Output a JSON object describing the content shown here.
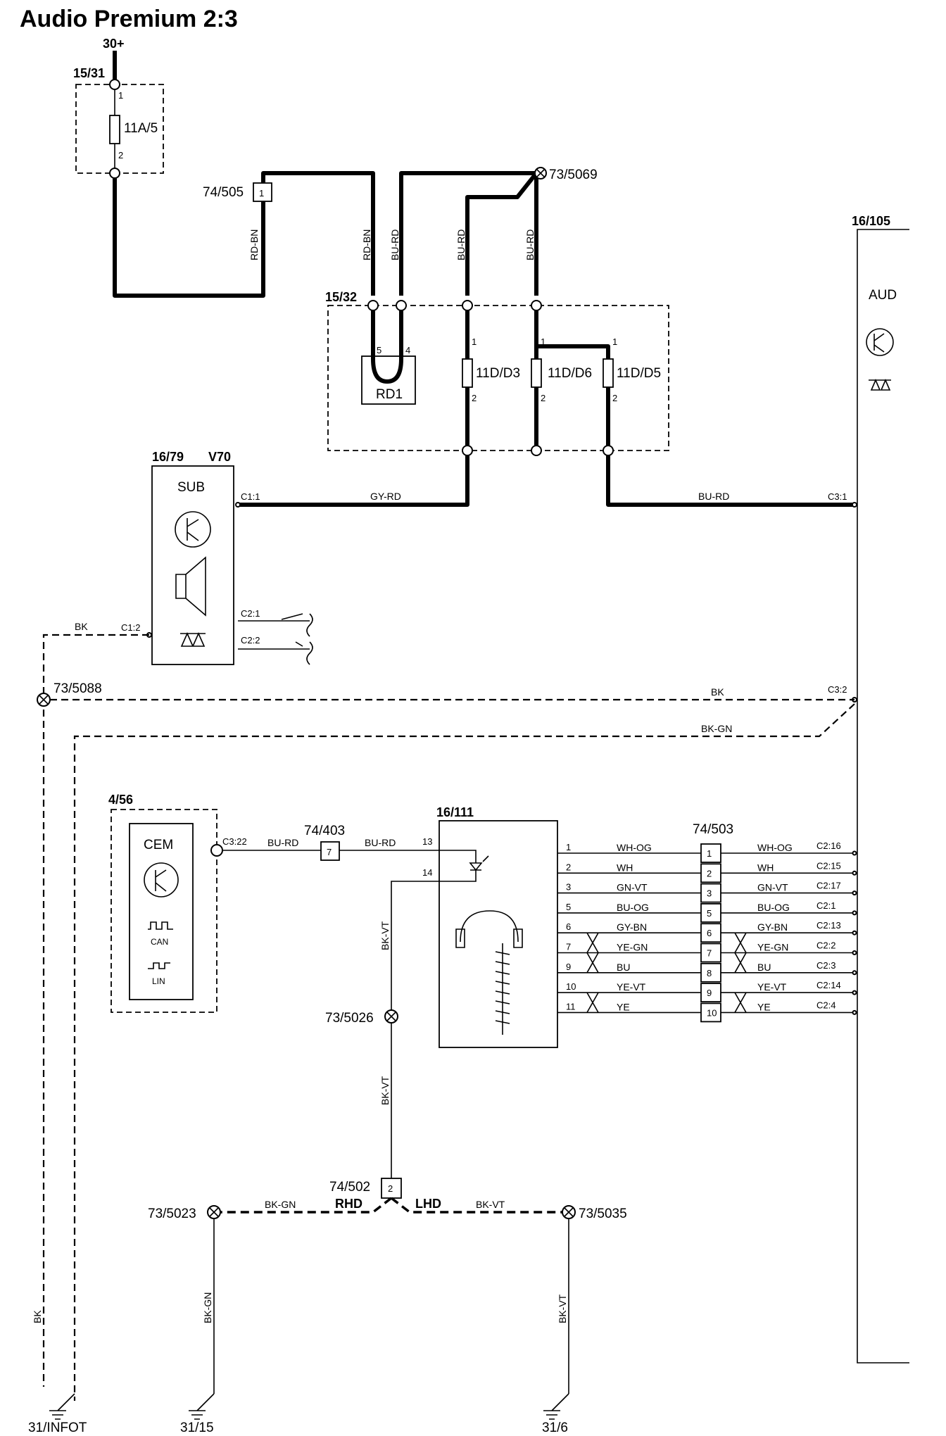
{
  "title": "Audio Premium 2:3",
  "components": {
    "fuse_box_1": "15/31",
    "fuse_1": "11A/5",
    "supply": "30+",
    "relay_box": "15/32",
    "relay": "RD1",
    "fuse_d3": "11D/D3",
    "fuse_d6": "11D/D6",
    "fuse_d5": "11D/D5",
    "sub_unit": "16/79",
    "sub_variant": "V70",
    "sub_label": "SUB",
    "aud_unit": "16/105",
    "aud_label": "AUD",
    "cem_unit": "4/56",
    "cem_label": "CEM",
    "can_label": "CAN",
    "lin_label": "LIN",
    "unit_16_111": "16/111"
  },
  "connectors": {
    "c_74_505": "74/505",
    "c_74_505_pin": "1",
    "c_74_403": "74/403",
    "c_74_403_pin": "7",
    "c_74_503": "74/503",
    "c_74_502": "74/502",
    "c_74_502_pin": "2"
  },
  "splices": {
    "s_73_5069": "73/5069",
    "s_73_5088": "73/5088",
    "s_73_5026": "73/5026",
    "s_73_5023": "73/5023",
    "s_73_5035": "73/5035"
  },
  "grounds": {
    "g1": "31/INFOT",
    "g2": "31/15",
    "g3": "31/6"
  },
  "wires": {
    "rd_bn": "RD-BN",
    "bu_rd": "BU-RD",
    "gy_rd": "GY-RD",
    "bk": "BK",
    "bk_gn": "BK-GN",
    "bk_vt": "BK-VT",
    "rhd": "RHD",
    "lhd": "LHD"
  },
  "pins": {
    "p1": "1",
    "p2": "2",
    "p4": "4",
    "p5": "5",
    "c1_1": "C1:1",
    "c1_2": "C1:2",
    "c2_1": "C2:1",
    "c2_2": "C2:2",
    "c3_1": "C3:1",
    "c3_2": "C3:2",
    "c3_22": "C3:22",
    "p13": "13",
    "p14": "14"
  },
  "bus_rows": [
    {
      "pin_left": "1",
      "wire_left": "WH-OG",
      "conn": "1",
      "wire_right": "WH-OG",
      "pin_right": "C2:16"
    },
    {
      "pin_left": "2",
      "wire_left": "WH",
      "conn": "2",
      "wire_right": "WH",
      "pin_right": "C2:15"
    },
    {
      "pin_left": "3",
      "wire_left": "GN-VT",
      "conn": "3",
      "wire_right": "GN-VT",
      "pin_right": "C2:17"
    },
    {
      "pin_left": "5",
      "wire_left": "BU-OG",
      "conn": "5",
      "wire_right": "BU-OG",
      "pin_right": "C2:1"
    },
    {
      "pin_left": "6",
      "wire_left": "GY-BN",
      "conn": "6",
      "wire_right": "GY-BN",
      "pin_right": "C2:13"
    },
    {
      "pin_left": "7",
      "wire_left": "YE-GN",
      "conn": "7",
      "wire_right": "YE-GN",
      "pin_right": "C2:2"
    },
    {
      "pin_left": "9",
      "wire_left": "BU",
      "conn": "8",
      "wire_right": "BU",
      "pin_right": "C2:3"
    },
    {
      "pin_left": "10",
      "wire_left": "YE-VT",
      "conn": "9",
      "wire_right": "YE-VT",
      "pin_right": "C2:14"
    },
    {
      "pin_left": "11",
      "wire_left": "YE",
      "conn": "10",
      "wire_right": "YE",
      "pin_right": "C2:4"
    }
  ]
}
